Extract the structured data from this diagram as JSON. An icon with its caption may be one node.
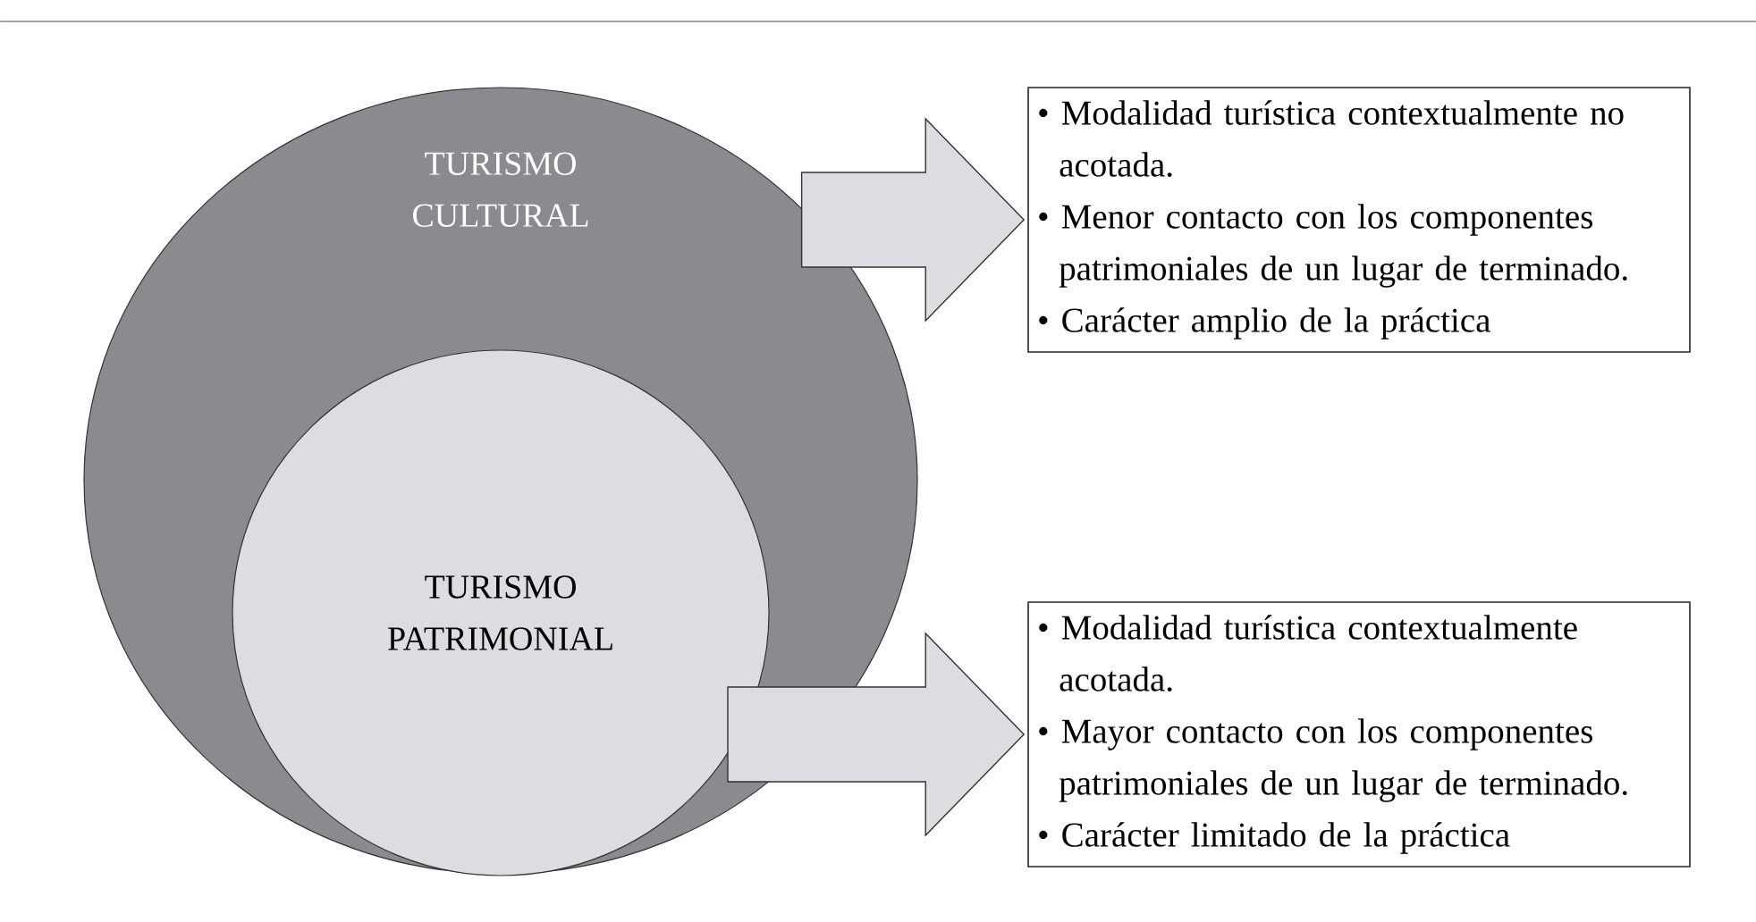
{
  "diagram": {
    "nodes": [
      {
        "text": [
          "TURISMO CULTURAL"
        ]
      },
      {
        "text": [
          "TURISMO PATRIMONIAL"
        ],
        "in": 0
      },
      {
        "text": [
          "• Modalidad turística contextualmente no acotada.",
          "• Menor contacto con los componentes patrimoniales de un lugar de terminado.",
          "• Carácter amplio de la práctica"
        ]
      },
      {
        "text": [
          "• Modalidad turística contextualmente acotada.",
          "• Mayor contacto con los componentes patrimoniales de un lugar de terminado.",
          "• Carácter limitado de la práctica"
        ]
      }
    ],
    "edges": [
      {
        "from": 0,
        "to": 2,
        "arrow": "to"
      },
      {
        "from": 1,
        "to": 3,
        "arrow": "to"
      }
    ]
  }
}
